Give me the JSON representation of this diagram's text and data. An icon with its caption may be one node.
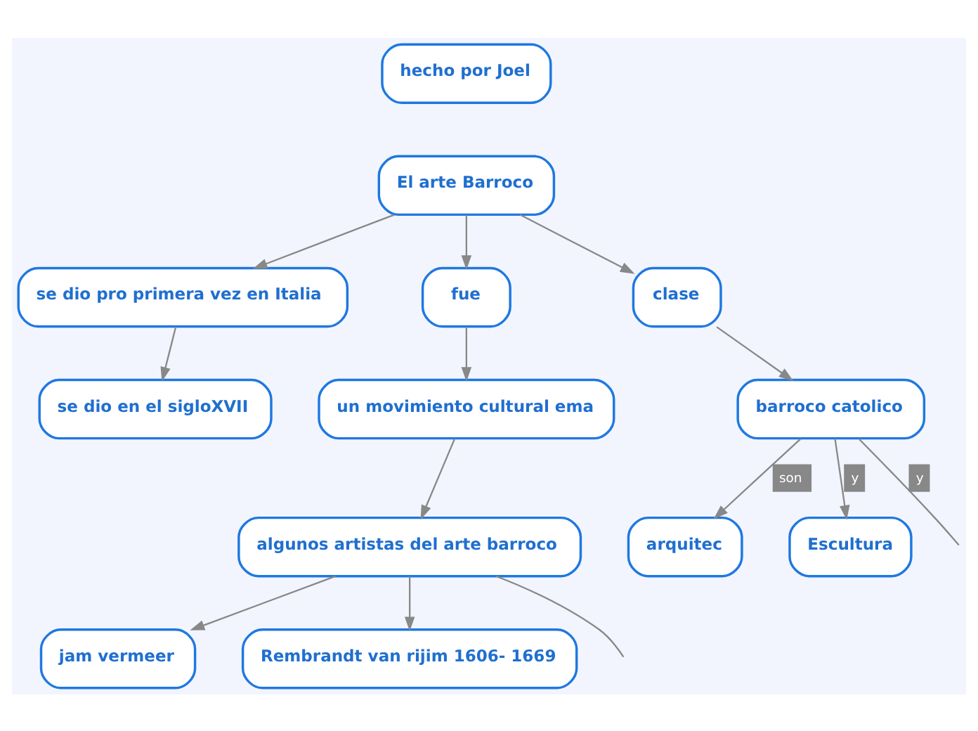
{
  "diagram": {
    "nodes": [
      {
        "text": [
          "hecho por Joel"
        ]
      },
      {
        "text": [
          "El arte Barroco"
        ]
      },
      {
        "text": [
          "se dio pro primera vez en Italia"
        ]
      },
      {
        "text": [
          "fue"
        ]
      },
      {
        "text": [
          "clase"
        ]
      },
      {
        "text": [
          "se dio en el sigloXVII"
        ]
      },
      {
        "text": [
          "un movimiento cultural ema"
        ]
      },
      {
        "text": [
          "arquitec"
        ]
      },
      {
        "text": [
          "barroco catolico"
        ]
      },
      {
        "text": [
          "Escultura"
        ]
      },
      {
        "text": [
          "algunos artistas del arte barroco"
        ]
      },
      {
        "text": [
          "jam vermeer"
        ]
      },
      {
        "text": [
          "Rembrandt van rijim 1606- 1669"
        ]
      }
    ],
    "edges": [
      {
        "from": 1,
        "to": 2,
        "arrow": "to"
      },
      {
        "from": 1,
        "to": 3,
        "arrow": "to"
      },
      {
        "from": 1,
        "to": 4,
        "arrow": "to"
      },
      {
        "from": 2,
        "to": 5,
        "arrow": "to"
      },
      {
        "from": 3,
        "to": 6,
        "arrow": "to"
      },
      {
        "from": 4,
        "to": 8,
        "arrow": "to"
      },
      {
        "from": 8,
        "to": 7,
        "arrow": "to",
        "label": "son"
      },
      {
        "from": 8,
        "to": 9,
        "arrow": "to",
        "label": "y"
      },
      {
        "from": 8,
        "to": null,
        "arrow": "none",
        "label": "y"
      },
      {
        "from": 6,
        "to": 10,
        "arrow": "to"
      },
      {
        "from": 10,
        "to": null,
        "arrow": "none"
      },
      {
        "from": 10,
        "to": 11,
        "arrow": "to"
      },
      {
        "from": 10,
        "to": 12,
        "arrow": "to"
      }
    ]
  }
}
